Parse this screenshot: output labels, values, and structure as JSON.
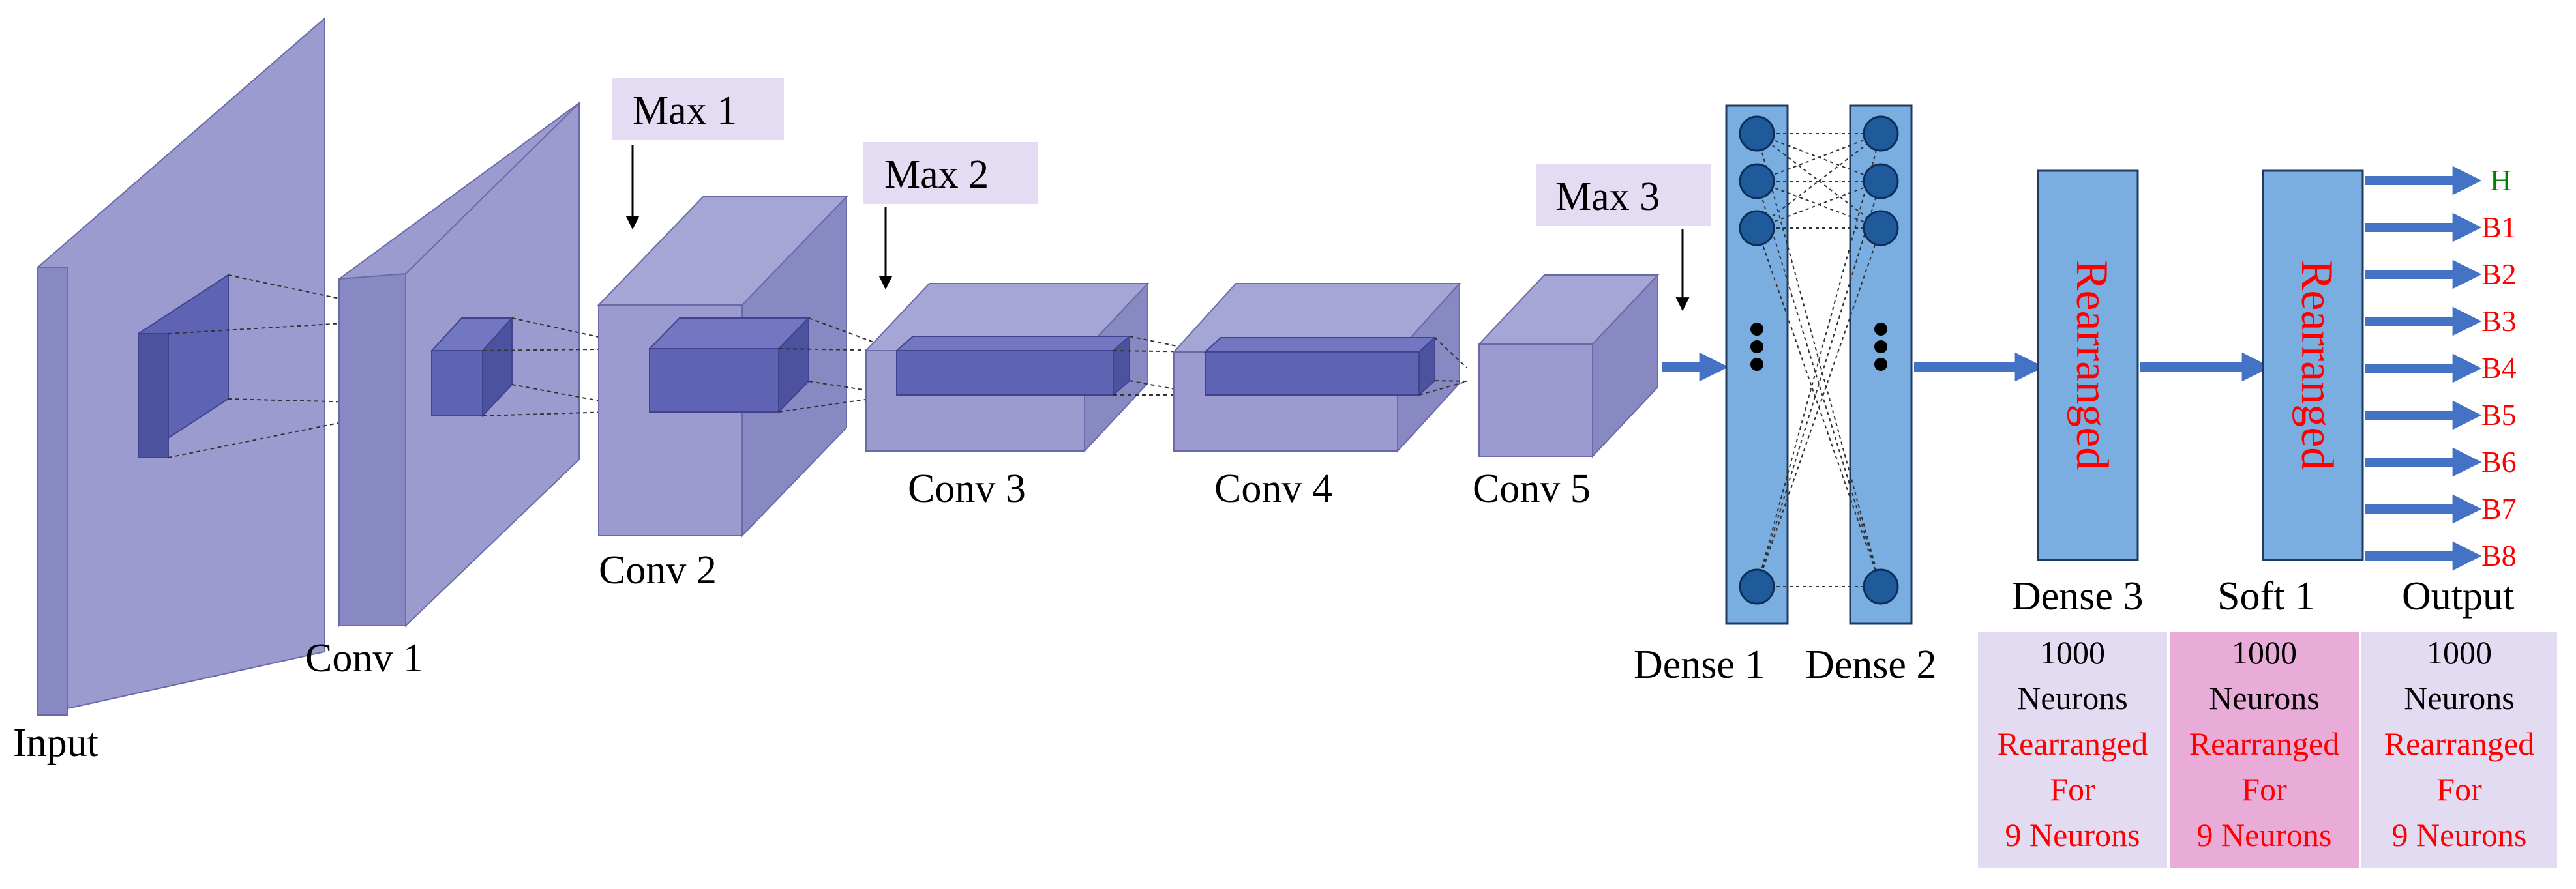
{
  "colors": {
    "layer_fill": "#9b9bd0",
    "layer_top": "#a5a5d6",
    "layer_side": "#8888c2",
    "inner_fill": "#5e63b3",
    "inner_top": "#7377c2",
    "inner_side": "#4d529f",
    "dense_fill": "#7aaee0",
    "neuron_fill": "#1f5a9a",
    "arrow_blue": "#4472c4",
    "max_label_bg": "#e3dcf3",
    "table_lavender": "#e3dbf2",
    "table_pink": "#e9acd9",
    "text_black": "#000000",
    "text_red": "#ff0000",
    "text_green": "#008000"
  },
  "layers": {
    "input": "Input",
    "conv1": "Conv 1",
    "conv2": "Conv 2",
    "conv3": "Conv 3",
    "conv4": "Conv 4",
    "conv5": "Conv 5",
    "dense1": "Dense 1",
    "dense2": "Dense 2",
    "dense3": "Dense 3",
    "soft1": "Soft 1",
    "output": "Output"
  },
  "pooling": {
    "max1": "Max 1",
    "max2": "Max 2",
    "max3": "Max 3"
  },
  "rearranged_label": "Rearranged",
  "outputs": [
    "H",
    "B1",
    "B2",
    "B3",
    "B4",
    "B5",
    "B6",
    "B7",
    "B8"
  ],
  "info_table": [
    {
      "line1": "1000",
      "line2": "Neurons",
      "line3": "Rearranged",
      "line4": "For",
      "line5": "9 Neurons"
    },
    {
      "line1": "1000",
      "line2": "Neurons",
      "line3": "Rearranged",
      "line4": "For",
      "line5": "9 Neurons"
    },
    {
      "line1": "1000",
      "line2": "Neurons",
      "line3": "Rearranged",
      "line4": "For",
      "line5": "9 Neurons"
    }
  ]
}
